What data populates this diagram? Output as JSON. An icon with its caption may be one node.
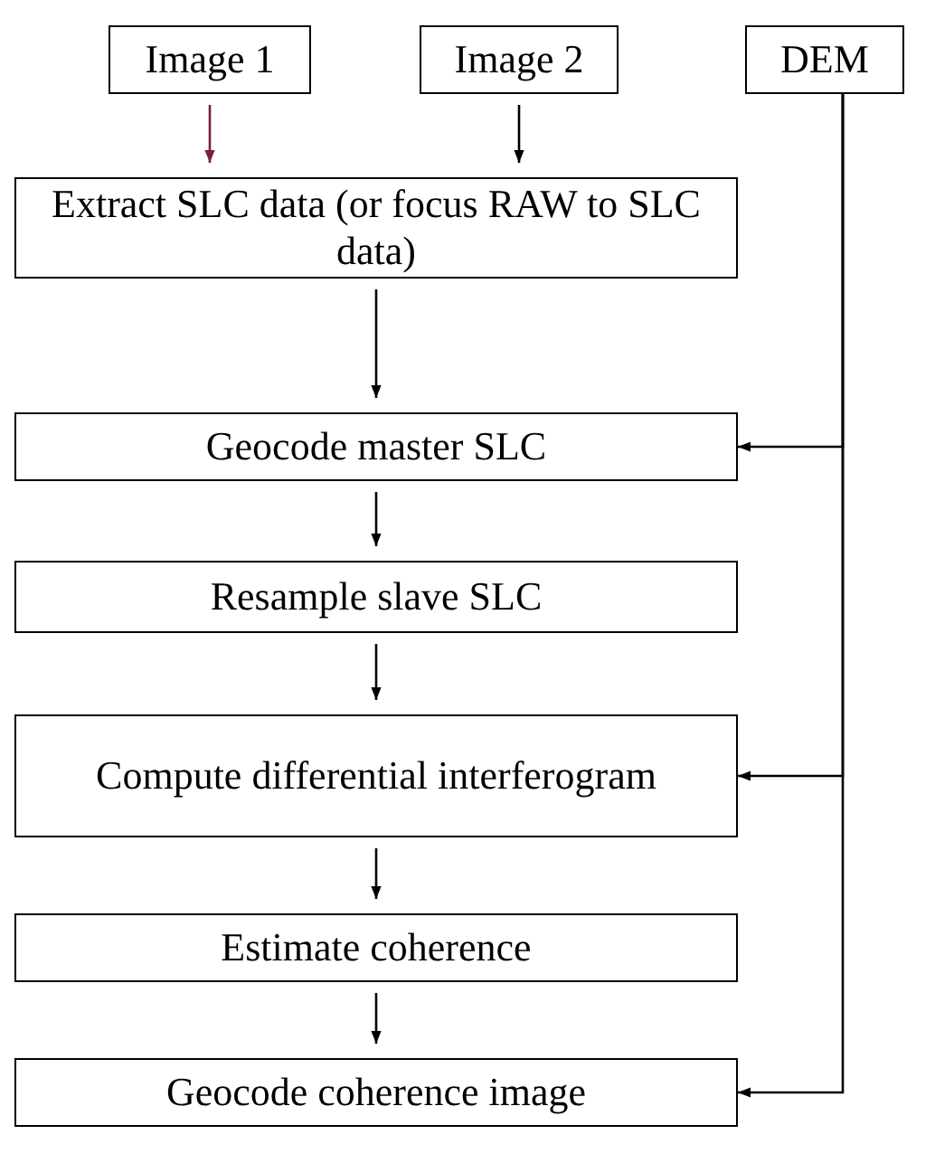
{
  "diagram": {
    "nodes": [
      {
        "text": [
          "Image 1"
        ]
      },
      {
        "text": [
          "Image 2"
        ]
      },
      {
        "text": [
          "DEM"
        ]
      },
      {
        "text": [
          "Extract SLC data (or focus RAW to SLC data)"
        ]
      },
      {
        "text": [
          "Geocode master SLC"
        ]
      },
      {
        "text": [
          "Resample slave SLC"
        ]
      },
      {
        "text": [
          "Compute differential interferogram"
        ]
      },
      {
        "text": [
          "Estimate coherence"
        ]
      },
      {
        "text": [
          "Geocode coherence image"
        ]
      }
    ],
    "edges": [
      {
        "from": 0,
        "to": 3,
        "arrow": "to",
        "color": "#7a1f3d"
      },
      {
        "from": 1,
        "to": 3,
        "arrow": "to"
      },
      {
        "from": 3,
        "to": 4,
        "arrow": "to"
      },
      {
        "from": 4,
        "to": 5,
        "arrow": "to"
      },
      {
        "from": 5,
        "to": 6,
        "arrow": "to"
      },
      {
        "from": 6,
        "to": 7,
        "arrow": "to"
      },
      {
        "from": 7,
        "to": 8,
        "arrow": "to"
      },
      {
        "from": 2,
        "to": 4,
        "arrow": "to"
      },
      {
        "from": 2,
        "to": 6,
        "arrow": "to"
      },
      {
        "from": 2,
        "to": 8,
        "arrow": "to"
      }
    ]
  }
}
